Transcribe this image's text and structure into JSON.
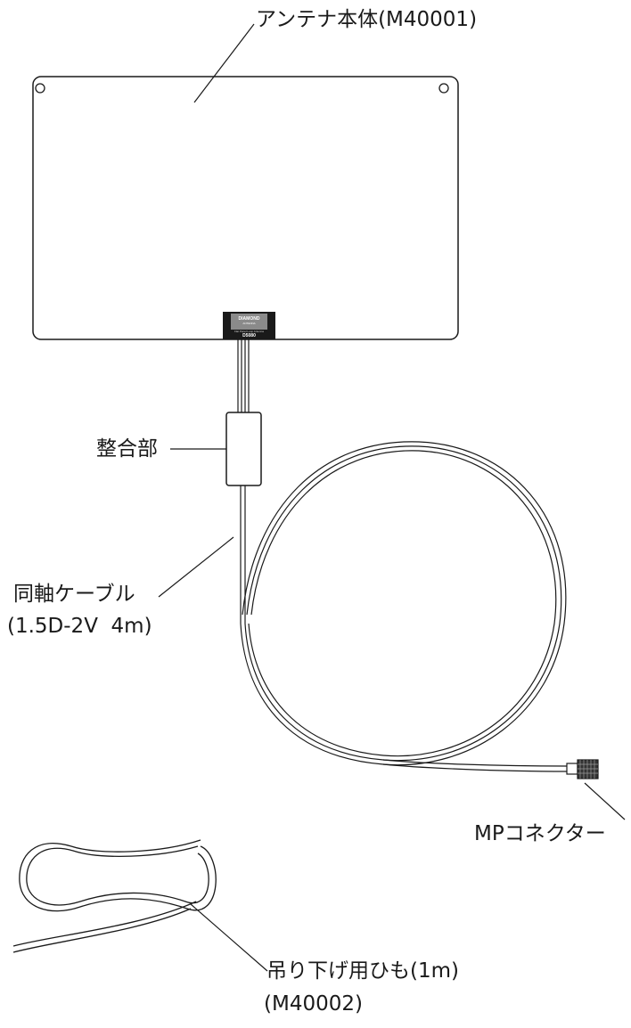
{
  "labels": {
    "antenna_body": "アンテナ本体(M40001)",
    "matching_unit": "整合部",
    "coax_line1": "同軸ケーブル",
    "coax_line2": "(1.5D-2V  4m)",
    "connector": "MPコネクター",
    "strap_line1": "吊り下げ用ひも(1m)",
    "strap_line2": "(M40002)"
  },
  "badge": {
    "brand": "DIAMOND",
    "brand_sub": "ANTENNA",
    "product_desc": "Flat Panel Loop Antenna",
    "model": "D5080"
  },
  "colors": {
    "line": "#1a1a1a",
    "badge_bg": "#1a1a1a",
    "badge_square": "#8a8a8a"
  }
}
